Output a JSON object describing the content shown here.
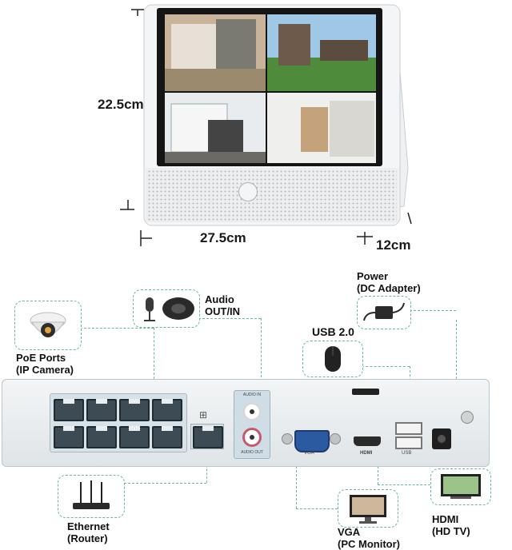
{
  "dimensions": {
    "height": "22.5cm",
    "width": "27.5cm",
    "depth": "12cm"
  },
  "connections": {
    "poe": "PoE Ports\n(IP Camera)",
    "poe_line1": "PoE Ports",
    "poe_line2": "(IP Camera)",
    "audio_line1": "Audio",
    "audio_line2": "OUT/IN",
    "power_line1": "Power",
    "power_line2": "(DC Adapter)",
    "usb": "USB 2.0",
    "ethernet_line1": "Ethernet",
    "ethernet_line2": "(Router)",
    "vga_line1": "VGA",
    "vga_line2": "(PC Monitor)",
    "hdmi_line1": "HDMI",
    "hdmi_line2": "(HD TV)"
  },
  "panel_labels": {
    "audio_in": "AUDIO IN",
    "audio_out": "AUDIO OUT",
    "vga": "VGA",
    "usb": "USB",
    "hdmi": "HDMI"
  },
  "colors": {
    "accent_dashed": "#6fb3a6",
    "panel": "#e4e9ec",
    "port_block": "#dde6ea"
  }
}
